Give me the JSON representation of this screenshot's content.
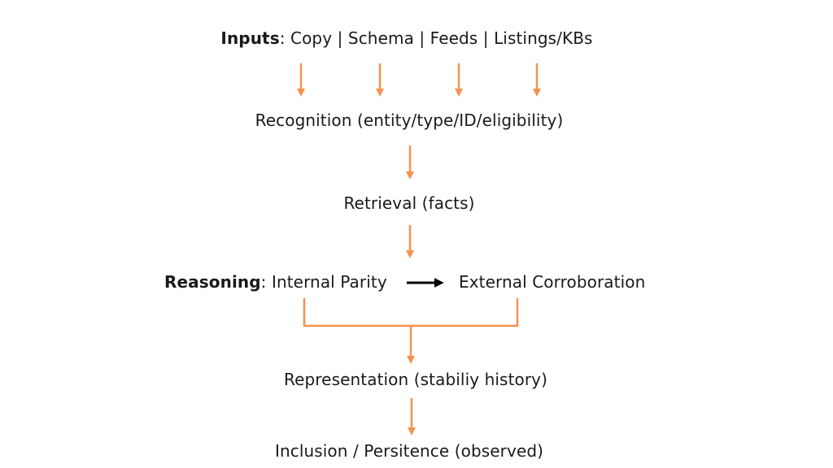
{
  "inputs": {
    "prefix": "Inputs",
    "rest": ": Copy | Schema | Feeds | Listings/KBs"
  },
  "recognition": {
    "text": "Recognition (entity/type/ID/eligibility)"
  },
  "retrieval": {
    "text": "Retrieval (facts)"
  },
  "reasoning": {
    "prefix": "Reasoning",
    "internal": ": Internal Parity",
    "external": "External Corroboration"
  },
  "representation": {
    "text": "Representation (stabiliy history)"
  },
  "inclusion": {
    "text": "Inclusion / Persitence (observed)"
  },
  "colors": {
    "accent": "#f7924f",
    "text": "#1a1a1a",
    "connector": "#000000"
  }
}
